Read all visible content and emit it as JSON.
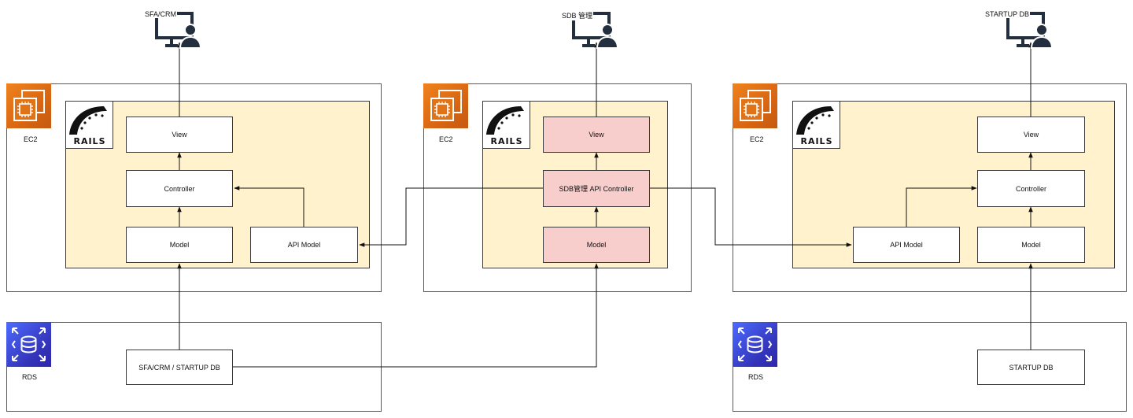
{
  "left": {
    "user_label": "SFA/CRM",
    "ec2_label": "EC2",
    "rails_label": "RAILS",
    "view": "View",
    "controller": "Controller",
    "model": "Model",
    "api_model": "API Model",
    "rds_label": "RDS",
    "db": "SFA/CRM / STARTUP DB"
  },
  "middle": {
    "user_label": "SDB 管理",
    "ec2_label": "EC2",
    "rails_label": "RAILS",
    "view": "View",
    "controller": "SDB管理 API Controller",
    "model": "Model"
  },
  "right": {
    "user_label": "STARTUP DB",
    "ec2_label": "EC2",
    "rails_label": "RAILS",
    "view": "View",
    "controller": "Controller",
    "model": "Model",
    "api_model": "API Model",
    "rds_label": "RDS",
    "db": "STARTUP DB"
  },
  "colors": {
    "rails_area": "#fff2cc",
    "pink_box": "#f8cecc",
    "ec2_orange": "#d86613",
    "rds_blue": "#3334b9",
    "user_icon": "#232f3e"
  }
}
